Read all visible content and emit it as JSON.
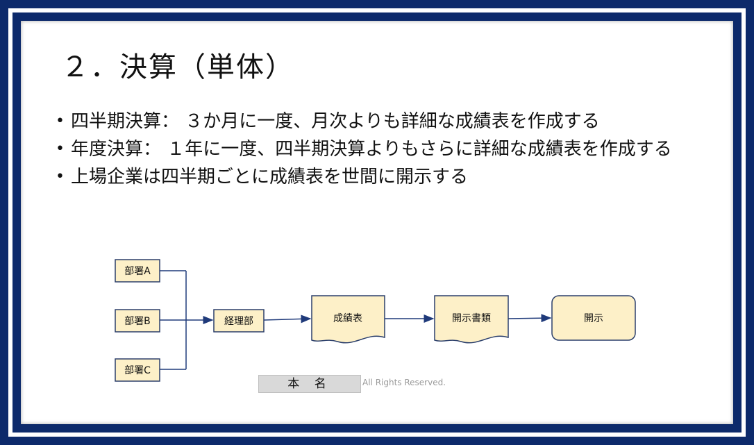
{
  "slide": {
    "title": "２．決算（単体）",
    "bullets": [
      "四半期決算： ３か月に一度、月次よりも詳細な成績表を作成する",
      "年度決算： １年に一度、四半期決算よりもさらに詳細な成績表を作成する",
      "上場企業は四半期ごとに成績表を世間に開示する"
    ]
  },
  "diagram": {
    "nodes": {
      "dept_a": "部署A",
      "dept_b": "部署B",
      "dept_c": "部署C",
      "accounting": "経理部",
      "report": "成績表",
      "disclosure_doc": "開示書類",
      "disclosure": "開示"
    },
    "colors": {
      "node_fill": "#fdf0c8",
      "node_stroke": "#2b3f6b",
      "arrow": "#1f3a7a",
      "frame": "#0d2a6b"
    }
  },
  "footer": {
    "name": "本 名",
    "rights": "All Rights Reserved."
  }
}
